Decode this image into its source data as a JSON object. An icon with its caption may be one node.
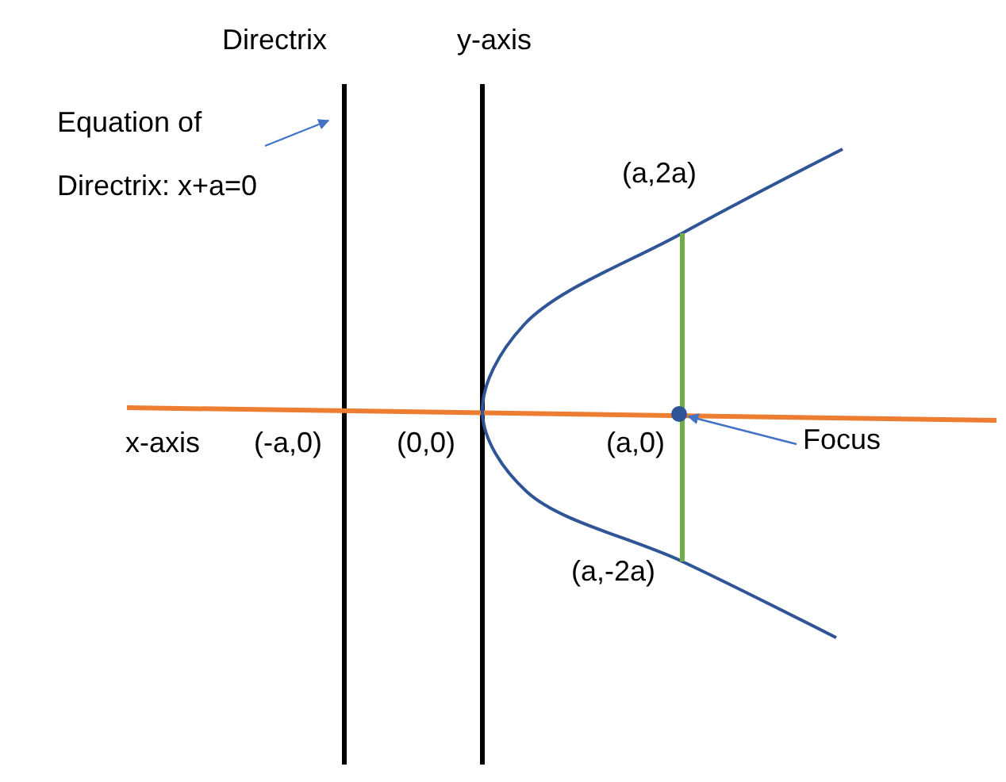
{
  "diagram": {
    "nodes": [
      {
        "text": [
          "Equation of Directrix: x+a=0"
        ]
      },
      {
        "text": [
          "Focus"
        ]
      },
      {
        "text": [],
        "shape": "circle"
      }
    ],
    "edges": [
      {
        "from": 0,
        "to": null,
        "arrow": "to"
      },
      {
        "from": 1,
        "to": 2,
        "arrow": "to"
      }
    ],
    "labels": [
      "Directrix",
      "y-axis",
      "(a,2a)",
      "x-axis",
      "(-a,0)",
      "(0,0)",
      "(a,0)",
      "(a,-2a)"
    ]
  }
}
